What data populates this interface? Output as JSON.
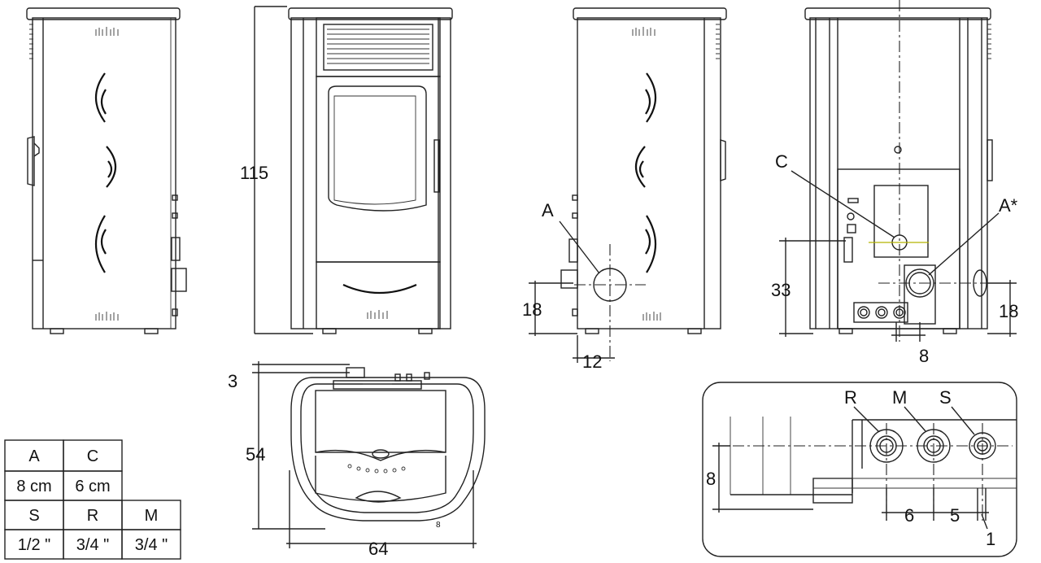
{
  "front_view": {
    "height_label": "115"
  },
  "side_view": {
    "connector_label": "A",
    "dim_height": "18",
    "dim_offset": "12"
  },
  "rear_view": {
    "label_c": "C",
    "label_a_star": "A*",
    "dim_height_33": "33",
    "dim_height_18": "18",
    "dim_offset_8": "8"
  },
  "top_view": {
    "dim_top": "3",
    "dim_depth": "54",
    "dim_width": "64",
    "small_mark": "8"
  },
  "detail_view": {
    "label_r": "R",
    "label_m": "M",
    "label_s": "S",
    "dim_height": "8",
    "dim_rm": "6",
    "dim_ms": "5",
    "dim_s": "1"
  },
  "table": {
    "row1": [
      "A",
      "C"
    ],
    "row2": [
      "8 cm",
      "6 cm"
    ],
    "row3": [
      "S",
      "R",
      "M"
    ],
    "row4": [
      "1/2 \"",
      "3/4 \"",
      "3/4 \""
    ]
  }
}
